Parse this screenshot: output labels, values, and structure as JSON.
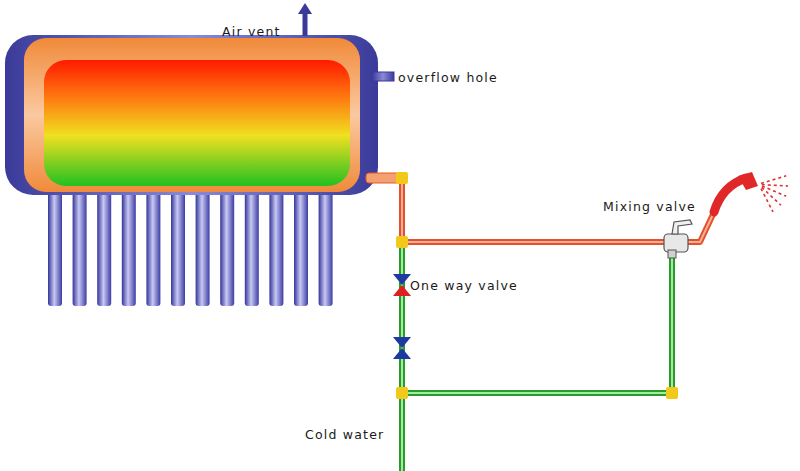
{
  "diagram": {
    "labels": [
      "Air vent",
      "overflow hole",
      "One way valve",
      "Mixing valve",
      "Cold water"
    ]
  }
}
